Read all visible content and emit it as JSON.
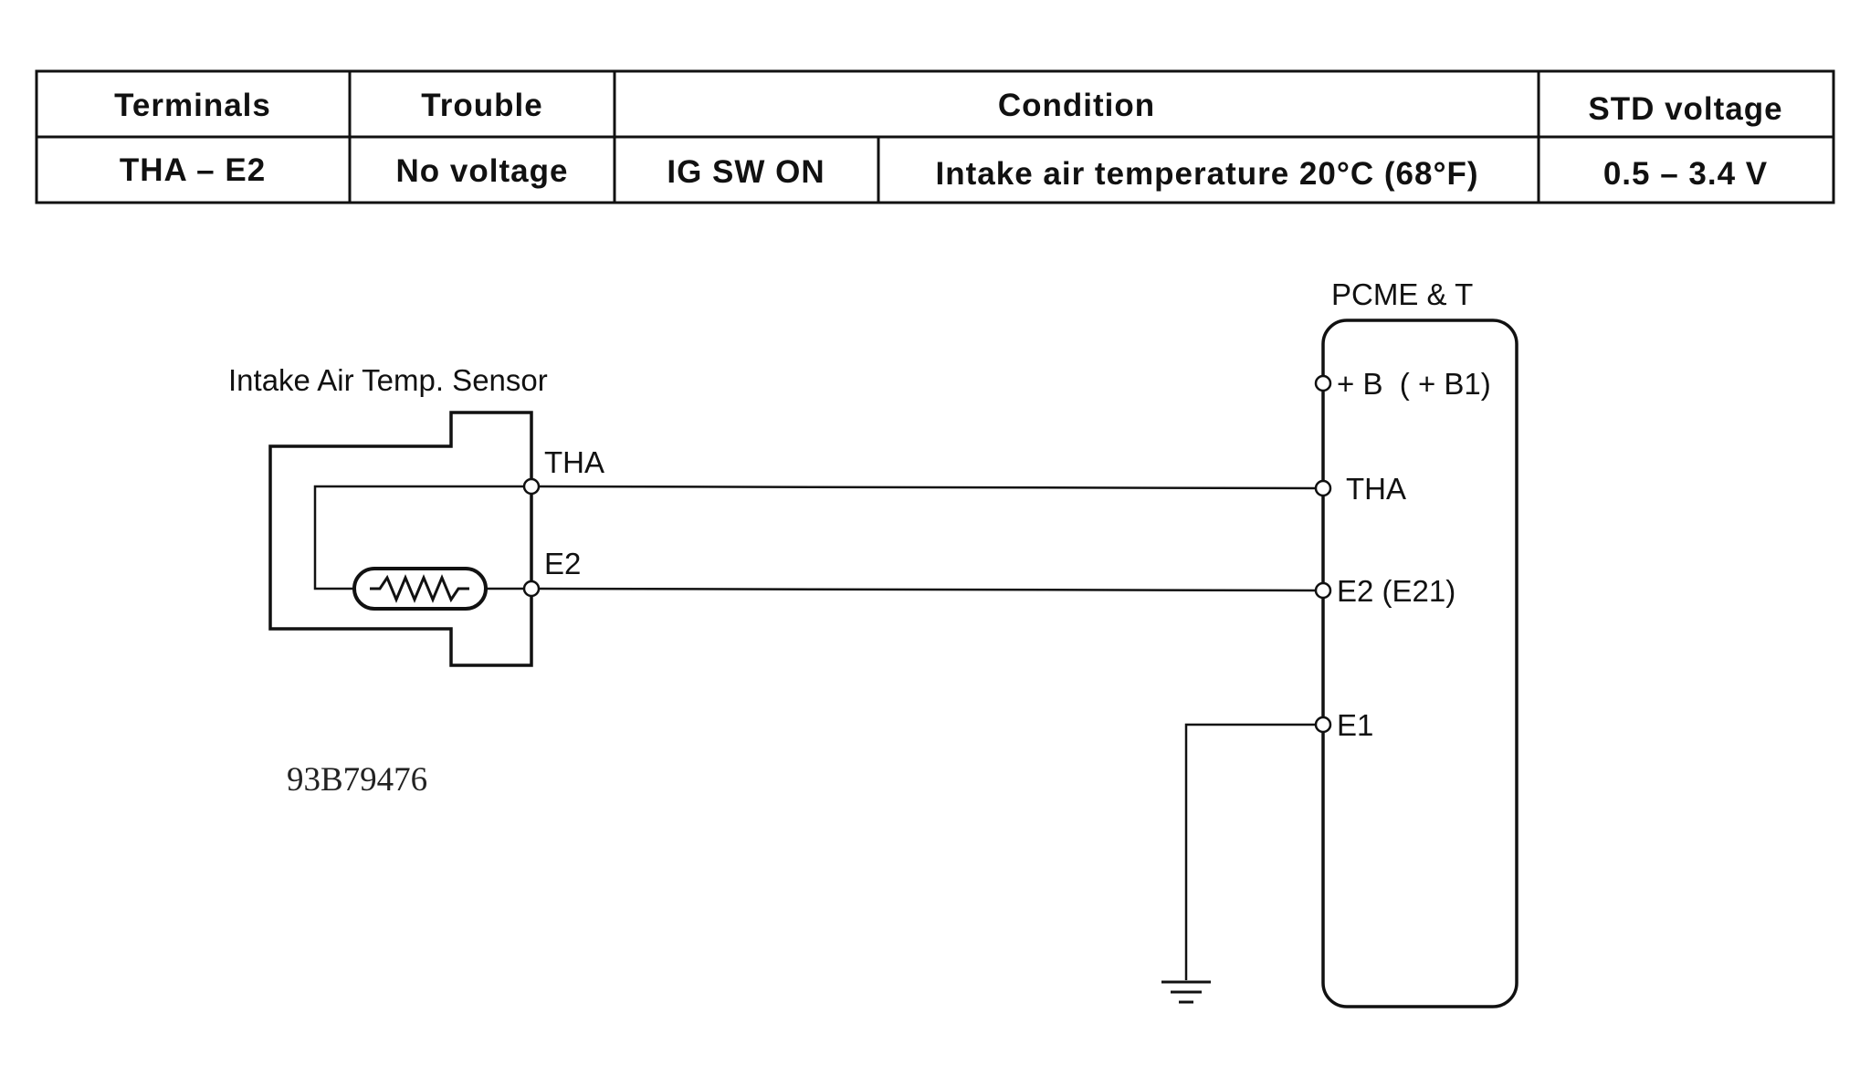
{
  "table": {
    "headers": {
      "terminals": "Terminals",
      "trouble": "Trouble",
      "condition": "Condition",
      "std_voltage": "STD voltage"
    },
    "row": {
      "terminals": "THA – E2",
      "trouble": "No voltage",
      "condition_switch": "IG SW ON",
      "condition_detail": "Intake air temperature 20°C (68°F)",
      "std_voltage": "0.5 – 3.4 V"
    }
  },
  "diagram": {
    "sensor_label": "Intake Air Temp. Sensor",
    "sensor_pin_tha": "THA",
    "sensor_pin_e2": "E2",
    "ecu_label": "PCME & T",
    "ecu_pin_b": "+ B  ( + B1)",
    "ecu_pin_tha": "THA",
    "ecu_pin_e2": "E2 (E21)",
    "ecu_pin_e1": "E1",
    "figure_code": "93B79476"
  }
}
